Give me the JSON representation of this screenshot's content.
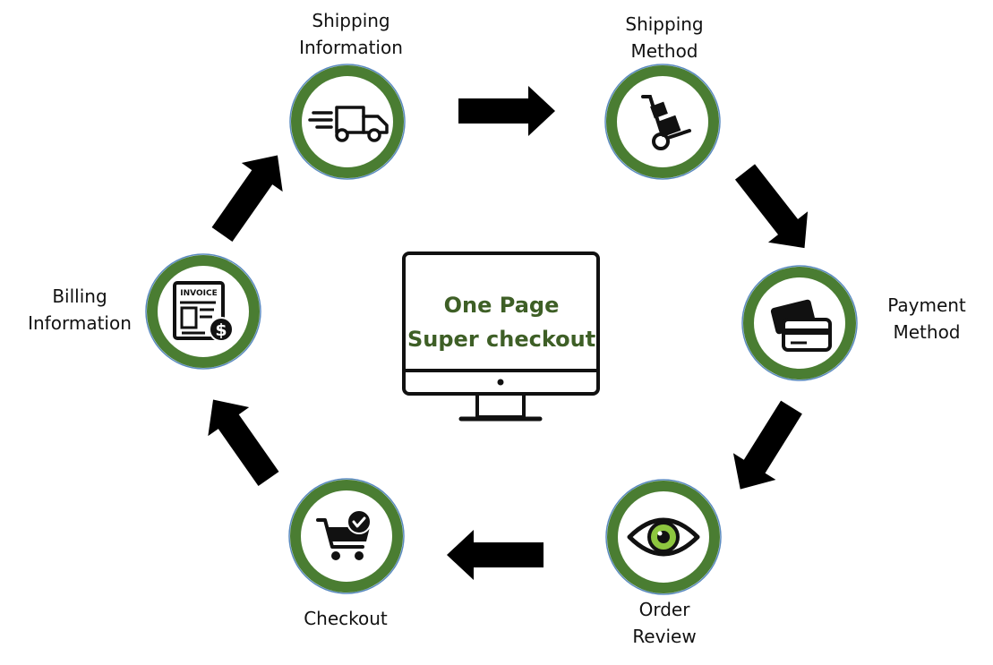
{
  "center": {
    "line1": "One Page",
    "line2": "Super checkout"
  },
  "steps": [
    {
      "id": "shipping-information",
      "line1": "Shipping",
      "line2": "Information",
      "icon": "truck-icon"
    },
    {
      "id": "shipping-method",
      "line1": "Shipping",
      "line2": "Method",
      "icon": "hand-truck-icon"
    },
    {
      "id": "payment-method",
      "line1": "Payment",
      "line2": "Method",
      "icon": "credit-card-icon"
    },
    {
      "id": "order-review",
      "line1": "Order",
      "line2": "Review",
      "icon": "eye-icon"
    },
    {
      "id": "checkout",
      "line1": "Checkout",
      "line2": "",
      "icon": "cart-check-icon"
    },
    {
      "id": "billing-information",
      "line1": "Billing",
      "line2": "Information",
      "icon": "invoice-icon"
    }
  ],
  "icon_text": {
    "invoice": "INVOICE",
    "dollar": "$"
  },
  "colors": {
    "ring": "#4a7d32",
    "ring_edge": "#5b8bbf",
    "center_text": "#3e5f26",
    "arrow": "#000000",
    "eye_iris": "#8dc63f"
  }
}
